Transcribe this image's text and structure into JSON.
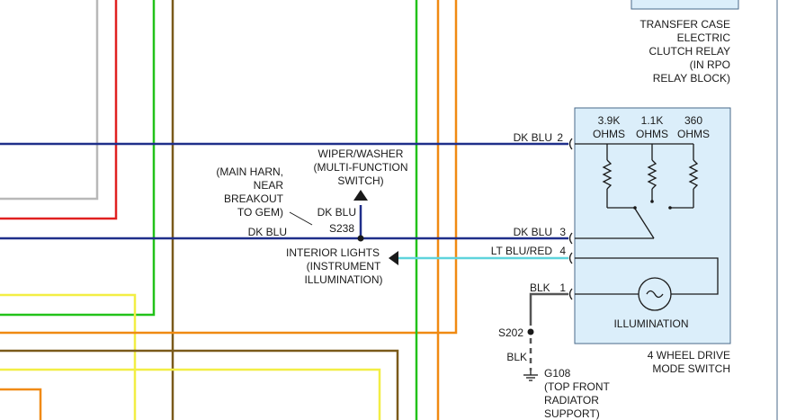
{
  "transfer_case_relay": [
    "TRANSFER CASE",
    "ELECTRIC",
    "CLUTCH RELAY",
    "(IN RPO",
    "RELAY BLOCK)"
  ],
  "resistors": {
    "r1": [
      "3.9K",
      "OHMS"
    ],
    "r2": [
      "1.1K",
      "OHMS"
    ],
    "r3": [
      "360",
      "OHMS"
    ]
  },
  "wires": {
    "dk_blu_2": "DK BLU",
    "pin_2": "2",
    "dk_blu_3": "DK BLU",
    "pin_3": "3",
    "lt_blu_red": "LT BLU/RED",
    "pin_4": "4",
    "blk": "BLK",
    "pin_1": "1",
    "dk_blu_left": "DK BLU",
    "dk_blu_splice": "DK BLU",
    "blk_lower": "BLK"
  },
  "wiper_washer": [
    "WIPER/WASHER",
    "(MULTI-FUNCTION",
    "SWITCH)"
  ],
  "main_harn": [
    "(MAIN HARN,",
    "NEAR",
    "BREAKOUT",
    "TO GEM)"
  ],
  "splice_s238": "S238",
  "interior_lights": [
    "INTERIOR LIGHTS",
    "(INSTRUMENT",
    "ILLUMINATION)"
  ],
  "illumination": "ILLUMINATION",
  "mode_switch": [
    "4 WHEEL DRIVE",
    "MODE SWITCH"
  ],
  "splice_s202": "S202",
  "ground": [
    "G108",
    "(TOP FRONT",
    "RADIATOR",
    "SUPPORT)"
  ],
  "colors": {
    "dk_blu": "#1f2f8a",
    "lt_blu": "#5fd3dc",
    "blk": "#555555",
    "red": "#e02020",
    "green": "#22c21a",
    "yellow": "#f2ee44",
    "orange": "#f08a12",
    "brown": "#7a5a1a",
    "gray": "#b8b8b8",
    "component_fill": "#dbeefa",
    "component_border": "#4a6a8a"
  }
}
